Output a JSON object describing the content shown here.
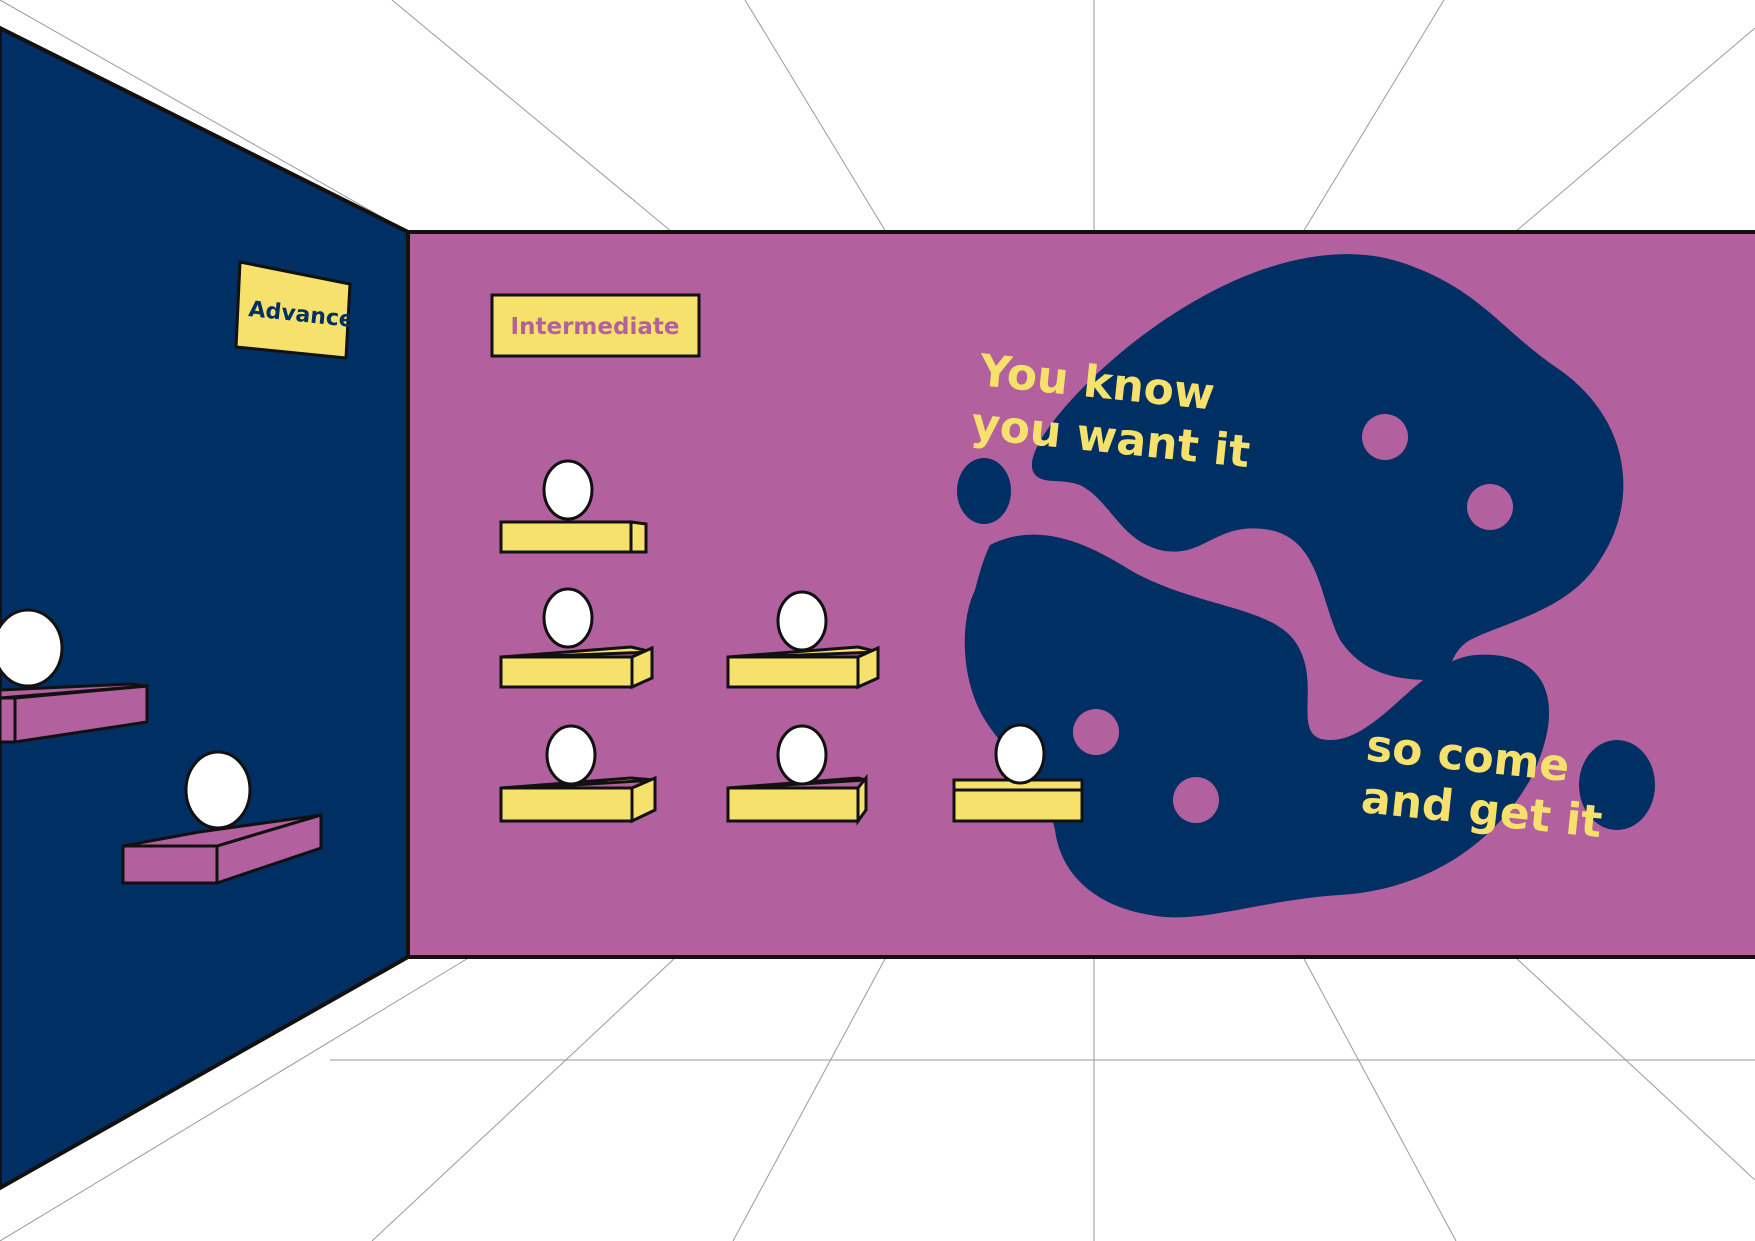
{
  "colors": {
    "navy": "#003063",
    "magenta": "#b3609e",
    "yellow": "#f6e16c",
    "outline": "#111111",
    "guide_lines": "#9a9a9a",
    "head_fill": "#ffffff"
  },
  "signs": {
    "advanced": "Advanced",
    "intermediate": "Intermediate"
  },
  "slogan": {
    "line1": "You know",
    "line2": "you want it",
    "line3": "so come",
    "line4": "and get it"
  },
  "display": {
    "intermediate_pedestal_rows": [
      1,
      2,
      3
    ],
    "advanced_pedestal_count": 2
  }
}
